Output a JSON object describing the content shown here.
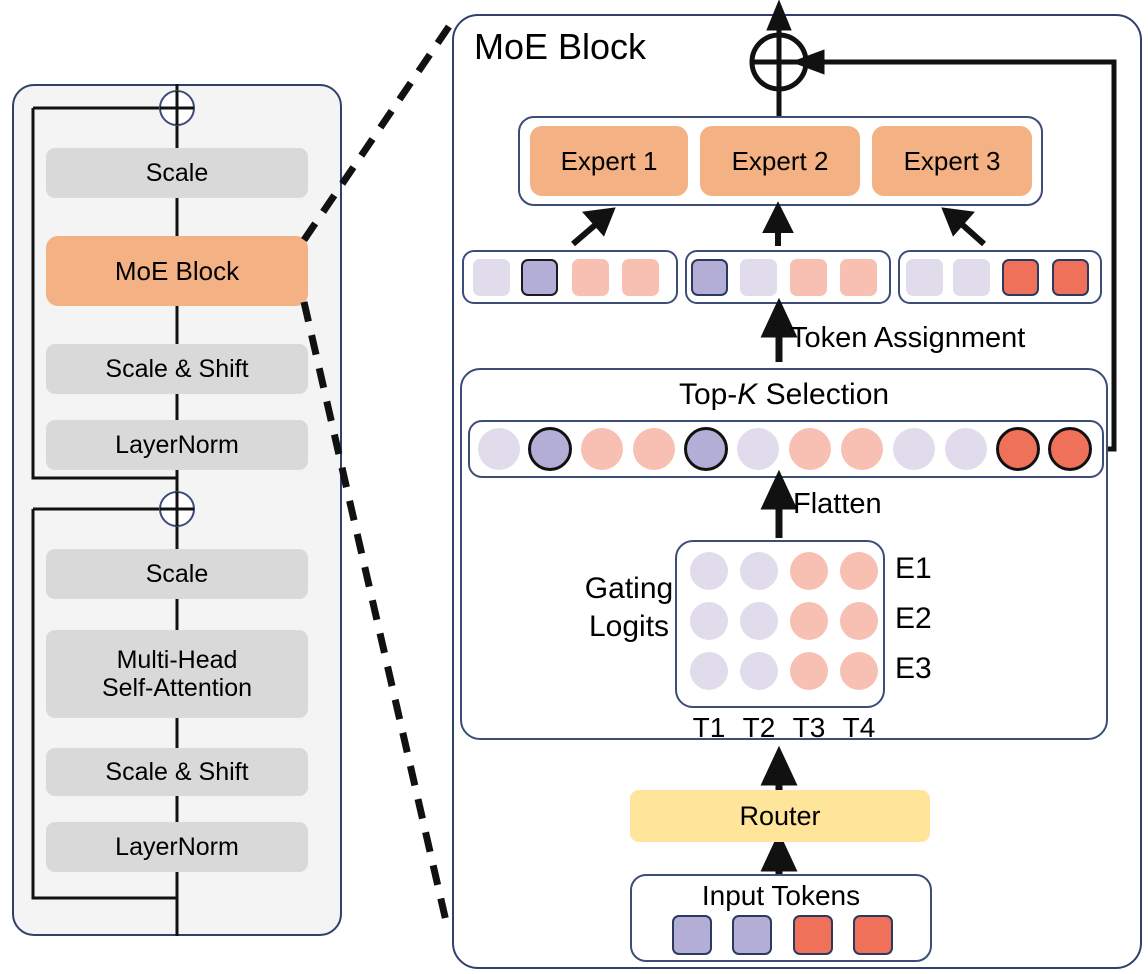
{
  "figure": {
    "type": "architecture-diagram",
    "description": "Transformer block with MoE Block expanded"
  },
  "left_panel": {
    "blocks": [
      {
        "label": "Scale",
        "style": "gray"
      },
      {
        "label": "MoE Block",
        "style": "orange"
      },
      {
        "label": "Scale & Shift",
        "style": "gray"
      },
      {
        "label": "LayerNorm",
        "style": "gray"
      },
      {
        "label": "Scale",
        "style": "gray"
      },
      {
        "label": "Multi-Head\nSelf-Attention",
        "style": "gray"
      },
      {
        "label": "Scale & Shift",
        "style": "gray"
      },
      {
        "label": "LayerNorm",
        "style": "gray"
      }
    ],
    "mha_line1": "Multi-Head",
    "mha_line2": "Self-Attention",
    "residual_add_symbol": "⊕",
    "residual_add_count": 2
  },
  "moe_panel": {
    "title": "MoE Block",
    "add_symbol": "⊕",
    "experts": [
      {
        "label": "Expert 1"
      },
      {
        "label": "Expert 2"
      },
      {
        "label": "Expert 3"
      }
    ],
    "token_assignment_label": "Token Assignment",
    "flatten_label": "Flatten",
    "topk_label_prefix": "Top-",
    "topk_label_k": "K",
    "topk_label_suffix": " Selection",
    "gating_logits_line1": "Gating",
    "gating_logits_line2": "Logits",
    "router_label": "Router",
    "input_tokens_label": "Input Tokens",
    "expert_groups": [
      {
        "expert": "Expert 1",
        "tokens": [
          "pale-lavender",
          "purple-selected",
          "light-salmon",
          "light-salmon"
        ]
      },
      {
        "expert": "Expert 2",
        "tokens": [
          "purple-selected",
          "pale-lavender",
          "light-salmon",
          "light-salmon"
        ]
      },
      {
        "expert": "Expert 3",
        "tokens": [
          "pale-lavender",
          "pale-lavender",
          "red-selected",
          "red-selected"
        ]
      }
    ],
    "topk_circles": [
      "pale-lavender",
      "purple-selected",
      "light-salmon",
      "light-salmon",
      "purple-selected",
      "pale-lavender",
      "light-salmon",
      "light-salmon",
      "pale-lavender",
      "pale-lavender",
      "red-selected",
      "red-selected"
    ],
    "gating_grid": {
      "row_labels": [
        "E1",
        "E2",
        "E3"
      ],
      "col_labels": [
        "T1",
        "T2",
        "T3",
        "T4"
      ],
      "cells": [
        [
          "pale-lavender",
          "pale-lavender",
          "light-salmon",
          "light-salmon"
        ],
        [
          "pale-lavender",
          "pale-lavender",
          "light-salmon",
          "light-salmon"
        ],
        [
          "pale-lavender",
          "pale-lavender",
          "light-salmon",
          "light-salmon"
        ]
      ]
    },
    "input_tokens": [
      "purple",
      "purple",
      "red",
      "red"
    ]
  },
  "colors": {
    "pale-lavender": "#e0dcec",
    "purple": "#b3aed6",
    "purple-selected": "#b3aed6",
    "light-salmon": "#f7c0b2",
    "red": "#ef7159",
    "red-selected": "#ef7159",
    "orange": "#f4b183",
    "yellow": "#ffe599",
    "gray_block": "#d9d9d9",
    "panel_border": "#30406b",
    "panel_fill_gray": "#f4f4f4",
    "stroke_black": "#111111"
  }
}
